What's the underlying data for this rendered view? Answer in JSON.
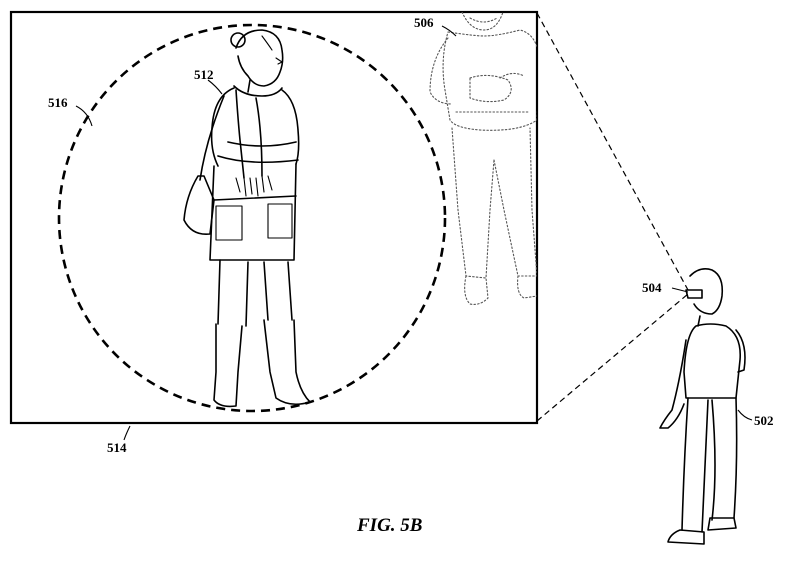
{
  "figure": {
    "caption": "FIG. 5B",
    "labels": {
      "viewer": "502",
      "glasses": "504",
      "background_person": "506",
      "target_person": "512",
      "field_of_view": "514",
      "focus_region": "516"
    }
  }
}
